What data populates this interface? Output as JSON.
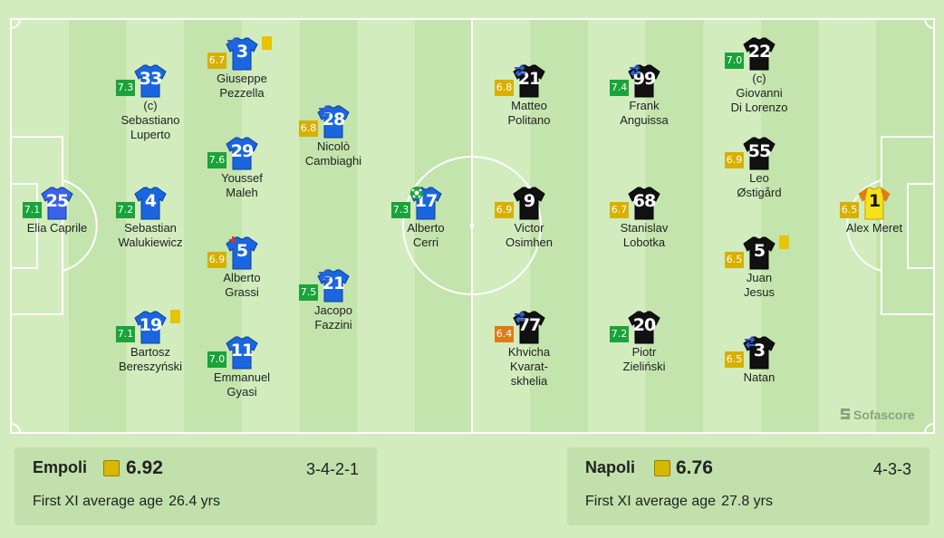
{
  "colors": {
    "stripe_dark": "#c3e4ac",
    "stripe_light": "#d2ecbe",
    "line": "#ffffff",
    "home_shirt": "#1a66e0",
    "away_shirt": "#111111",
    "gk_home": "#3b63e8",
    "gk_away": "#f5e21a",
    "rating_green": "#1aa33a",
    "rating_yellow": "#d8b000",
    "rating_orange": "#e07b1a",
    "yellow_card": "#e8c400"
  },
  "brand": {
    "label": "Sofascore",
    "icon": "sofascore-logo-icon"
  },
  "home": {
    "team": "Empoli",
    "rating": "6.92",
    "formation": "3-4-2-1",
    "age_label": "First XI average age",
    "age_value": "26.4 yrs",
    "players": [
      {
        "id": "caprile",
        "number": "25",
        "name": [
          "Elia Caprile"
        ],
        "rating": "7.1",
        "rating_color": "green",
        "gk": true,
        "subs": false,
        "yellow": false,
        "goal": false,
        "captain": false
      },
      {
        "id": "luperto",
        "number": "33",
        "name": [
          "(c)",
          "Sebastiano",
          "Luperto"
        ],
        "rating": "7.3",
        "rating_color": "green",
        "gk": false,
        "subs": false,
        "yellow": false,
        "goal": false,
        "captain": true
      },
      {
        "id": "walukiewicz",
        "number": "4",
        "name": [
          "Sebastian",
          "Walukiewicz"
        ],
        "rating": "7.2",
        "rating_color": "green",
        "gk": false,
        "subs": false,
        "yellow": false,
        "goal": false,
        "captain": false
      },
      {
        "id": "bereszynski",
        "number": "19",
        "name": [
          "Bartosz",
          "Bereszyński"
        ],
        "rating": "7.1",
        "rating_color": "green",
        "gk": false,
        "subs": false,
        "yellow": true,
        "goal": false,
        "captain": false
      },
      {
        "id": "pezzella",
        "number": "3",
        "name": [
          "Giuseppe",
          "Pezzella"
        ],
        "rating": "6.7",
        "rating_color": "yellow",
        "gk": false,
        "subs": "swap",
        "yellow": true,
        "goal": false,
        "captain": false
      },
      {
        "id": "maleh",
        "number": "29",
        "name": [
          "Youssef",
          "Maleh"
        ],
        "rating": "7.6",
        "rating_color": "green",
        "gk": false,
        "subs": false,
        "yellow": false,
        "goal": false,
        "captain": false
      },
      {
        "id": "grassi",
        "number": "5",
        "name": [
          "Alberto",
          "Grassi"
        ],
        "rating": "6.9",
        "rating_color": "yellow",
        "gk": false,
        "subs": "plus",
        "yellow": false,
        "goal": false,
        "captain": false
      },
      {
        "id": "gyasi",
        "number": "11",
        "name": [
          "Emmanuel",
          "Gyasi"
        ],
        "rating": "7.0",
        "rating_color": "green",
        "gk": false,
        "subs": false,
        "yellow": false,
        "goal": false,
        "captain": false
      },
      {
        "id": "cambiaghi",
        "number": "28",
        "name": [
          "Nicolò",
          "Cambiaghi"
        ],
        "rating": "6.8",
        "rating_color": "yellow",
        "gk": false,
        "subs": "swap",
        "yellow": false,
        "goal": false,
        "captain": false
      },
      {
        "id": "fazzini",
        "number": "21",
        "name": [
          "Jacopo",
          "Fazzini"
        ],
        "rating": "7.5",
        "rating_color": "green",
        "gk": false,
        "subs": "swap",
        "yellow": false,
        "goal": false,
        "captain": false
      },
      {
        "id": "cerri",
        "number": "17",
        "name": [
          "Alberto",
          "Cerri"
        ],
        "rating": "7.3",
        "rating_color": "green",
        "gk": false,
        "subs": "plus",
        "yellow": false,
        "goal": true,
        "captain": false
      }
    ]
  },
  "away": {
    "team": "Napoli",
    "rating": "6.76",
    "formation": "4-3-3",
    "age_label": "First XI average age",
    "age_value": "27.8 yrs",
    "players": [
      {
        "id": "politano",
        "number": "21",
        "name": [
          "Matteo",
          "Politano"
        ],
        "rating": "6.8",
        "rating_color": "yellow",
        "gk": false,
        "subs": "swap",
        "yellow": false,
        "goal": false,
        "captain": false
      },
      {
        "id": "osimhen",
        "number": "9",
        "name": [
          "Victor",
          "Osimhen"
        ],
        "rating": "6.9",
        "rating_color": "yellow",
        "gk": false,
        "subs": false,
        "yellow": false,
        "goal": false,
        "captain": false
      },
      {
        "id": "kvaratskhelia",
        "number": "77",
        "name": [
          "Khvicha",
          "Kvarat-",
          "skhelia"
        ],
        "rating": "6.4",
        "rating_color": "orange",
        "gk": false,
        "subs": "swap",
        "yellow": false,
        "goal": false,
        "captain": false
      },
      {
        "id": "anguissa",
        "number": "99",
        "name": [
          "Frank",
          "Anguissa"
        ],
        "rating": "7.4",
        "rating_color": "green",
        "gk": false,
        "subs": "swap",
        "yellow": false,
        "goal": false,
        "captain": false
      },
      {
        "id": "lobotka",
        "number": "68",
        "name": [
          "Stanislav",
          "Lobotka"
        ],
        "rating": "6.7",
        "rating_color": "yellow",
        "gk": false,
        "subs": false,
        "yellow": false,
        "goal": false,
        "captain": false
      },
      {
        "id": "zielinski",
        "number": "20",
        "name": [
          "Piotr",
          "Zieliński"
        ],
        "rating": "7.2",
        "rating_color": "green",
        "gk": false,
        "subs": false,
        "yellow": false,
        "goal": false,
        "captain": false
      },
      {
        "id": "dilorenzo",
        "number": "22",
        "name": [
          "(c)",
          "Giovanni",
          "Di Lorenzo"
        ],
        "rating": "7.0",
        "rating_color": "green",
        "gk": false,
        "subs": false,
        "yellow": false,
        "goal": false,
        "captain": true
      },
      {
        "id": "ostigard",
        "number": "55",
        "name": [
          "Leo",
          "Østigård"
        ],
        "rating": "6.9",
        "rating_color": "yellow",
        "gk": false,
        "subs": false,
        "yellow": false,
        "goal": false,
        "captain": false
      },
      {
        "id": "jesus",
        "number": "5",
        "name": [
          "Juan",
          "Jesus"
        ],
        "rating": "6.5",
        "rating_color": "yellow",
        "gk": false,
        "subs": false,
        "yellow": true,
        "goal": false,
        "captain": false
      },
      {
        "id": "natan",
        "number": "3",
        "name": [
          "Natan"
        ],
        "rating": "6.5",
        "rating_color": "yellow",
        "gk": false,
        "subs": "swap",
        "yellow": false,
        "goal": false,
        "captain": false
      },
      {
        "id": "meret",
        "number": "1",
        "name": [
          "Alex Meret"
        ],
        "rating": "6.5",
        "rating_color": "yellow",
        "gk": true,
        "subs": false,
        "yellow": false,
        "goal": false,
        "captain": false
      }
    ]
  }
}
